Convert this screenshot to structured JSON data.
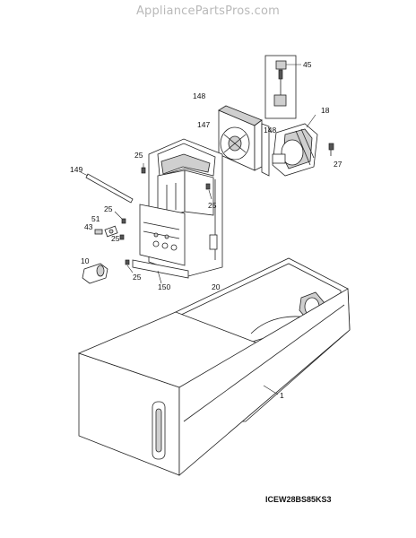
{
  "watermark": "AppliancePartsPros.com",
  "model_code": "ICEW28BS85KS3",
  "callouts": {
    "c45": "45",
    "c148a": "148",
    "c18": "18",
    "c147": "147",
    "c148b": "148",
    "c25a": "25",
    "c27": "27",
    "c149": "149",
    "c25b": "25",
    "c25c": "25",
    "c51": "51",
    "c43": "43",
    "c25d": "25",
    "c10": "10",
    "c25e": "25",
    "c150": "150",
    "c20": "20",
    "c1": "1"
  }
}
